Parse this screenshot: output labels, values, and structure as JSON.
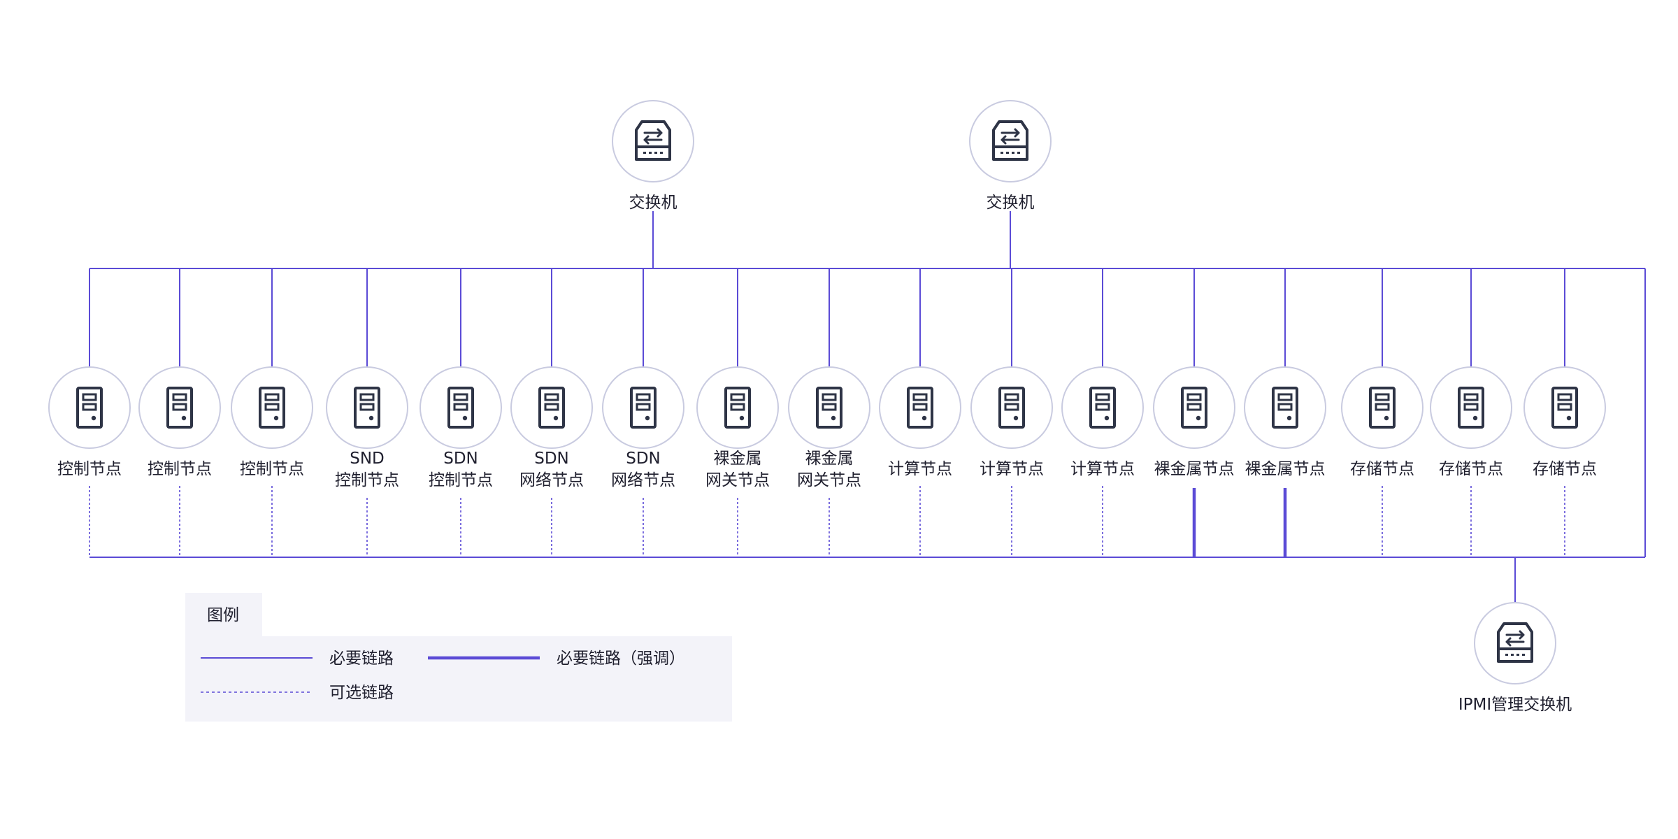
{
  "colors": {
    "link": "#5b4bd6",
    "node_ring": "#c9cbe0",
    "icon": "#2e3446",
    "legend_bg": "#f3f3f9",
    "text": "#1f1f2e"
  },
  "switches": [
    {
      "label": "交换机",
      "icon": "switch-icon"
    },
    {
      "label": "交换机",
      "icon": "switch-icon"
    }
  ],
  "nodes": [
    {
      "lines": [
        "控制节点"
      ],
      "icon": "server-icon",
      "bottom_link": "optional"
    },
    {
      "lines": [
        "控制节点"
      ],
      "icon": "server-icon",
      "bottom_link": "optional"
    },
    {
      "lines": [
        "控制节点"
      ],
      "icon": "server-icon",
      "bottom_link": "optional"
    },
    {
      "lines": [
        "SND",
        "控制节点"
      ],
      "icon": "server-icon",
      "bottom_link": "optional"
    },
    {
      "lines": [
        "SDN",
        "控制节点"
      ],
      "icon": "server-icon",
      "bottom_link": "optional"
    },
    {
      "lines": [
        "SDN",
        "网络节点"
      ],
      "icon": "server-icon",
      "bottom_link": "optional"
    },
    {
      "lines": [
        "SDN",
        "网络节点"
      ],
      "icon": "server-icon",
      "bottom_link": "optional"
    },
    {
      "lines": [
        "裸金属",
        "网关节点"
      ],
      "icon": "server-icon",
      "bottom_link": "optional"
    },
    {
      "lines": [
        "裸金属",
        "网关节点"
      ],
      "icon": "server-icon",
      "bottom_link": "optional"
    },
    {
      "lines": [
        "计算节点"
      ],
      "icon": "server-icon",
      "bottom_link": "optional"
    },
    {
      "lines": [
        "计算节点"
      ],
      "icon": "server-icon",
      "bottom_link": "optional"
    },
    {
      "lines": [
        "计算节点"
      ],
      "icon": "server-icon",
      "bottom_link": "optional"
    },
    {
      "lines": [
        "裸金属节点"
      ],
      "icon": "server-icon",
      "bottom_link": "emphasis"
    },
    {
      "lines": [
        "裸金属节点"
      ],
      "icon": "server-icon",
      "bottom_link": "emphasis"
    },
    {
      "lines": [
        "存储节点"
      ],
      "icon": "server-icon",
      "bottom_link": "optional"
    },
    {
      "lines": [
        "存储节点"
      ],
      "icon": "server-icon",
      "bottom_link": "optional"
    },
    {
      "lines": [
        "存储节点"
      ],
      "icon": "server-icon",
      "bottom_link": "optional"
    }
  ],
  "ipmi_switch": {
    "label": "IPMI管理交换机",
    "icon": "switch-icon"
  },
  "legend": {
    "title": "图例",
    "required": "必要链路",
    "required_emphasis": "必要链路（强调）",
    "optional": "可选链路"
  }
}
